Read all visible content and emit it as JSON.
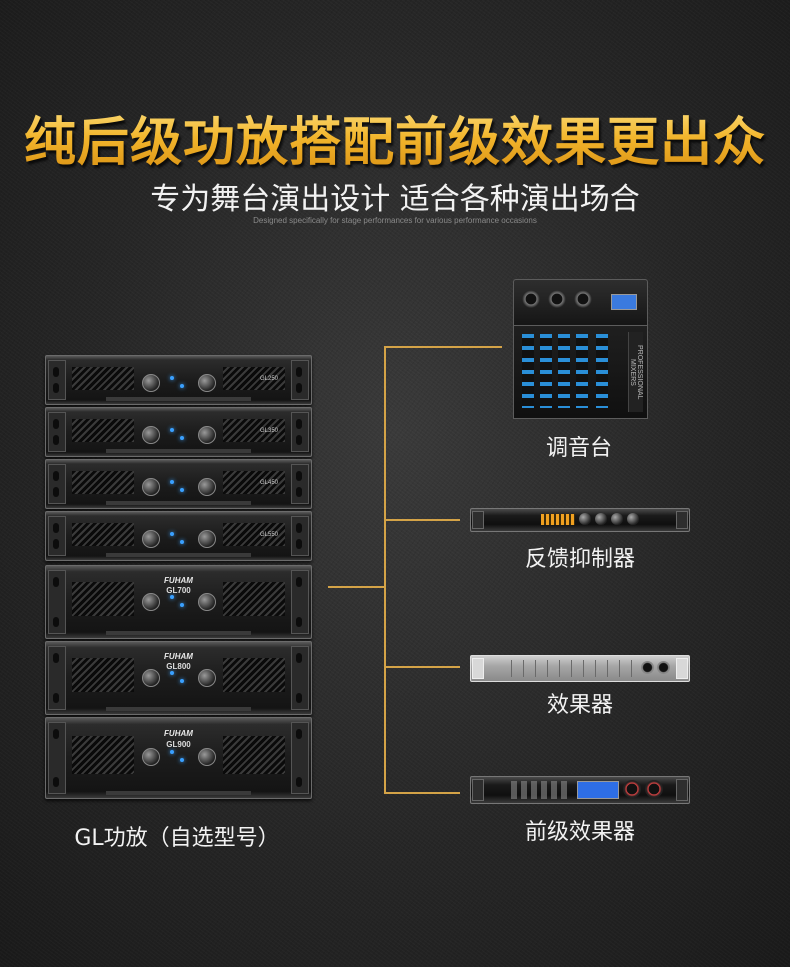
{
  "header": {
    "title": "纯后级功放搭配前级效果更出众",
    "subtitle": "专为舞台演出设计 适合各种演出场合",
    "tagline": "Designed specifically for stage performances for various performance occasions"
  },
  "amplifiers": {
    "label": "GL功放（自选型号）",
    "units": [
      {
        "model": "GL250"
      },
      {
        "model": "GL350"
      },
      {
        "model": "GL450"
      },
      {
        "model": "GL550"
      },
      {
        "model": "GL700",
        "brand": "FUHAM"
      },
      {
        "model": "GL800",
        "brand": "FUHAM"
      },
      {
        "model": "GL900",
        "brand": "FUHAM"
      }
    ]
  },
  "devices": [
    {
      "label": "调音台",
      "side_text": "PROFESSIONAL MIXERS"
    },
    {
      "label": "反馈抑制器"
    },
    {
      "label": "效果器"
    },
    {
      "label": "前级效果器"
    }
  ],
  "colors": {
    "title_gold": "#f2b52c",
    "connector_line": "#d4a347",
    "background": "#262626",
    "led_blue": "#3aa0ff"
  }
}
